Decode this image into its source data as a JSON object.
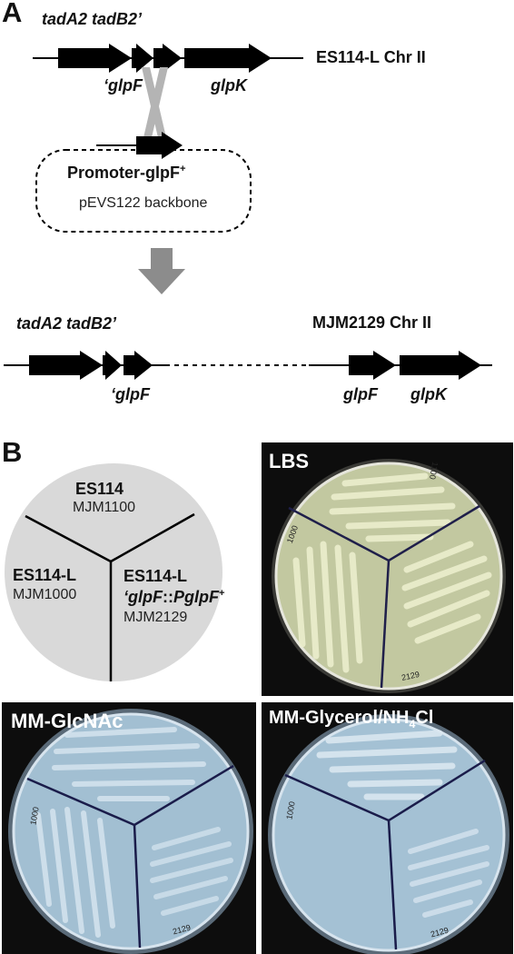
{
  "panelA": {
    "letter": "A",
    "top_genes": "tadA2 tadB2’",
    "top_chr": "ES114-L Chr II",
    "top_glpF": "‘glpF",
    "top_glpK": "glpK",
    "plasmid_name": "Promoter-glpF",
    "plasmid_sup": "+",
    "plasmid_backbone": "pEVS122 backbone",
    "bottom_genes": "tadA2 tadB2’",
    "bottom_chr": "MJM2129 Chr II",
    "bottom_glpF_trunc": "‘glpF",
    "bottom_glpF": "glpF",
    "bottom_glpK": "glpK"
  },
  "panelB": {
    "letter": "B",
    "key": {
      "top_strain": "ES114",
      "top_id": "MJM1100",
      "left_strain": "ES114-L",
      "left_id": "MJM1000",
      "right_strain": "ES114-L",
      "right_genotype_a": "‘glpF",
      "right_genotype_b": "::",
      "right_genotype_c": "PglpF",
      "right_genotype_sup": "+",
      "right_id": "MJM2129"
    },
    "photos": {
      "lbs": "LBS",
      "glcnac": "MM-GlcNAc",
      "glycerol_pre": "MM-Glycerol/NH",
      "glycerol_sub": "4",
      "glycerol_post": "Cl"
    },
    "plate_marks": {
      "lbs_top": "1100",
      "lbs_left": "1000",
      "lbs_bottom": "2129",
      "glcnac_left": "1000",
      "glcnac_bottom": "2129",
      "glycerol_left": "1000",
      "glycerol_bottom": "2129"
    }
  },
  "colors": {
    "arrow": "#000000",
    "crossover": "#b4b4b4",
    "down_arrow": "#8c8c8c",
    "key_disc": "#d9d9d9",
    "photo_bg": "#0d0d0d",
    "lbs_agar": "#c9cfa8",
    "mm_agar": "#9fbfd4"
  }
}
